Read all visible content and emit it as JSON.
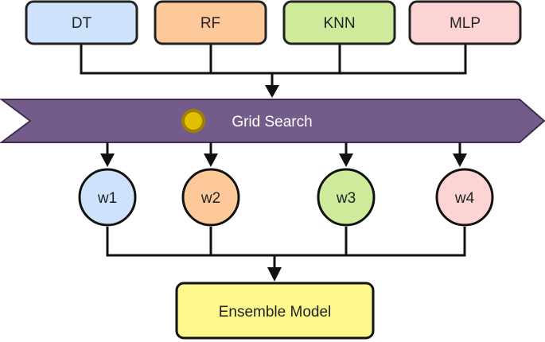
{
  "models": [
    {
      "label": "DT",
      "fill": "#cfe2fb",
      "stroke": "#222222"
    },
    {
      "label": "RF",
      "fill": "#fdc99a",
      "stroke": "#222222"
    },
    {
      "label": "KNN",
      "fill": "#cdeb9a",
      "stroke": "#222222"
    },
    {
      "label": "MLP",
      "fill": "#fdd4d4",
      "stroke": "#222222"
    }
  ],
  "optimizer": {
    "label": "Grid Search",
    "fill": "#735c8a",
    "stroke": "#3d2f4d",
    "indicator_fill": "#e0c000",
    "indicator_stroke": "#a08000"
  },
  "weights": [
    {
      "label": "w1",
      "fill": "#cfe2fb"
    },
    {
      "label": "w2",
      "fill": "#fdc99a"
    },
    {
      "label": "w3",
      "fill": "#cdeb9a"
    },
    {
      "label": "w4",
      "fill": "#fdd4d4"
    }
  ],
  "output": {
    "label": "Ensemble Model",
    "fill": "#fcf88c"
  },
  "line_color": "#111111"
}
